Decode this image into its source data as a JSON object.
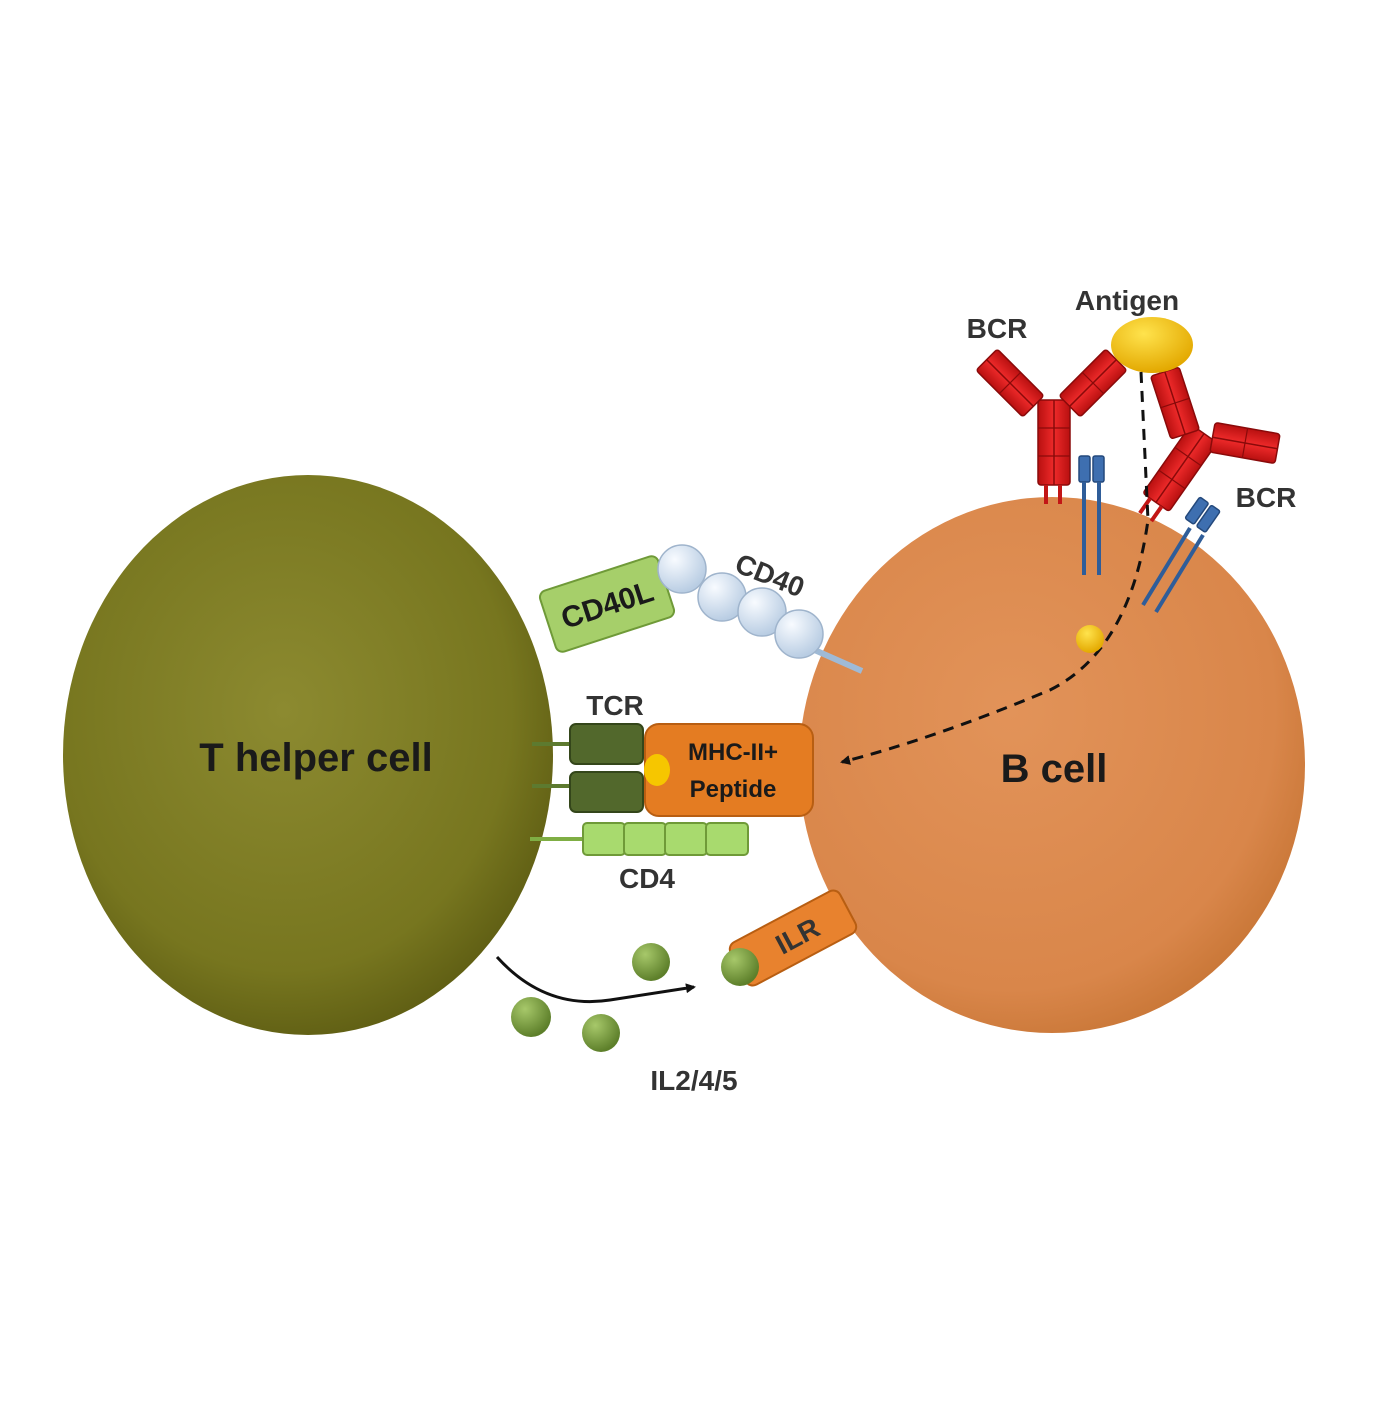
{
  "labels": {
    "t_helper_cell": "T helper cell",
    "b_cell": "B cell",
    "cd40l": "CD40L",
    "cd40": "CD40",
    "tcr": "TCR",
    "mhc_line1": "MHC-II+",
    "mhc_line2": "Peptide",
    "cd4": "CD4",
    "ilr": "ILR",
    "il": "IL2/4/5",
    "antigen": "Antigen",
    "bcr_left": "BCR",
    "bcr_right": "BCR"
  },
  "colors": {
    "t_cell": "#7f7d23",
    "b_cell": "#dc8a50",
    "cd40l": "#a6cf6a",
    "cd40": "#d6e4f2",
    "tcr": "#52682c",
    "mhc": "#e47c22",
    "cd4": "#a8da6e",
    "ilr": "#e8822e",
    "cytokine": "#7ea043",
    "antigen": "#f6c600",
    "bcr": "#e02020",
    "bcr_tail": "#3e6fb0"
  }
}
